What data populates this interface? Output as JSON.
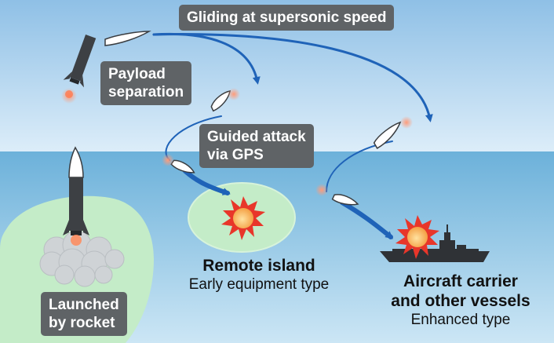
{
  "labels": {
    "gliding": "Gliding at supersonic speed",
    "payload_line1": "Payload",
    "payload_line2": "separation",
    "guided_line1": "Guided attack",
    "guided_line2": "via GPS",
    "launched_line1": "Launched",
    "launched_line2": "by rocket"
  },
  "targets": {
    "island_title": "Remote island",
    "island_subtitle": "Early equipment type",
    "carrier_title_line1": "Aircraft carrier",
    "carrier_title_line2": "and other vessels",
    "carrier_subtitle": "Enhanced type"
  },
  "colors": {
    "sky_top": "#8fc0e6",
    "sky_bottom": "#dbedf9",
    "sea_top": "#6fb4dc",
    "sea_bottom": "#c9e5f4",
    "trajectory": "#1f63b8",
    "label_box": "#5f6366",
    "island_fill": "#c4ecc8",
    "explosion_outer": "#e8362a",
    "explosion_inner": "#f6b24a"
  },
  "icons": [
    "rocket-icon",
    "glide-vehicle-icon",
    "explosion-icon",
    "ship-icon",
    "smoke-cloud-icon"
  ]
}
